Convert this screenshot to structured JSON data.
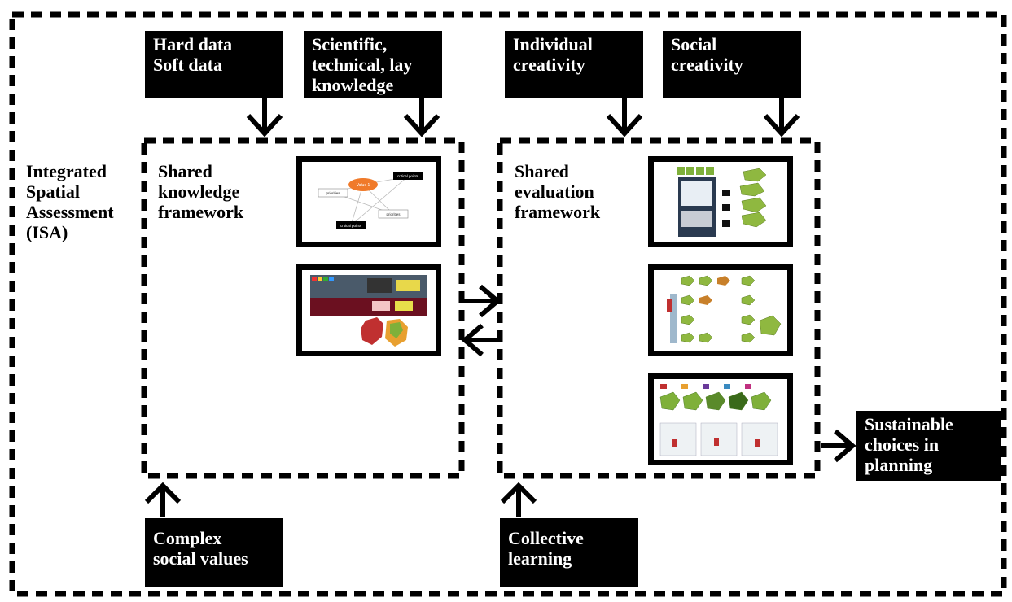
{
  "isa_label": [
    "Integrated",
    "Spatial",
    "Assessment",
    "(ISA)"
  ],
  "inputs": {
    "hard_soft_data": [
      "Hard data",
      "Soft data"
    ],
    "knowledge_types": [
      "Scientific,",
      "technical, lay",
      "knowledge"
    ],
    "individual_creativity": [
      "Individual",
      "creativity"
    ],
    "social_creativity": [
      "Social",
      "creativity"
    ]
  },
  "frameworks": {
    "knowledge": [
      "Shared",
      "knowledge",
      "framework"
    ],
    "evaluation": [
      "Shared",
      "evaluation",
      "framework"
    ]
  },
  "bottom_inputs": {
    "complex_social_values": [
      "Complex",
      "social values"
    ],
    "collective_learning": [
      "Collective",
      "learning"
    ]
  },
  "output": [
    "Sustainable",
    "choices in",
    "planning"
  ],
  "thumbnail_text": {
    "concept_map": [
      "Value 1",
      "critical points",
      "priorities",
      "priorities",
      "critical points"
    ]
  },
  "colors": {
    "ink": "#000000",
    "paper": "#ffffff",
    "accent_orange": "#f07a2a",
    "map_green": "#7fb03a",
    "map_brown": "#8b2a20"
  }
}
